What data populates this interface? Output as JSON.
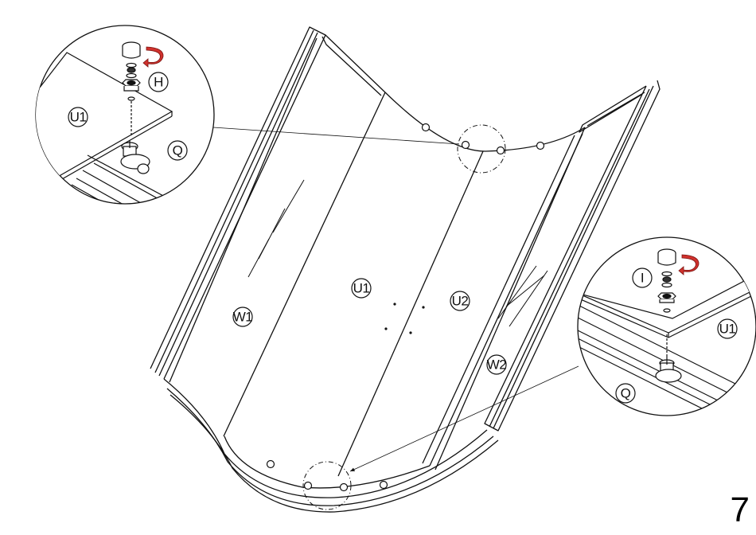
{
  "step_number": "7",
  "main_labels": {
    "left_panel": "W1",
    "curved_left": "U1",
    "curved_right": "U2",
    "right_panel": "W2"
  },
  "detail_top": {
    "part_label": "H",
    "glass_label": "U1",
    "track_label": "Q"
  },
  "detail_bottom": {
    "part_label": "I",
    "glass_label": "U1",
    "track_label": "Q"
  },
  "colors": {
    "line": "#111111",
    "rotate_arrow": "#d0312d"
  }
}
